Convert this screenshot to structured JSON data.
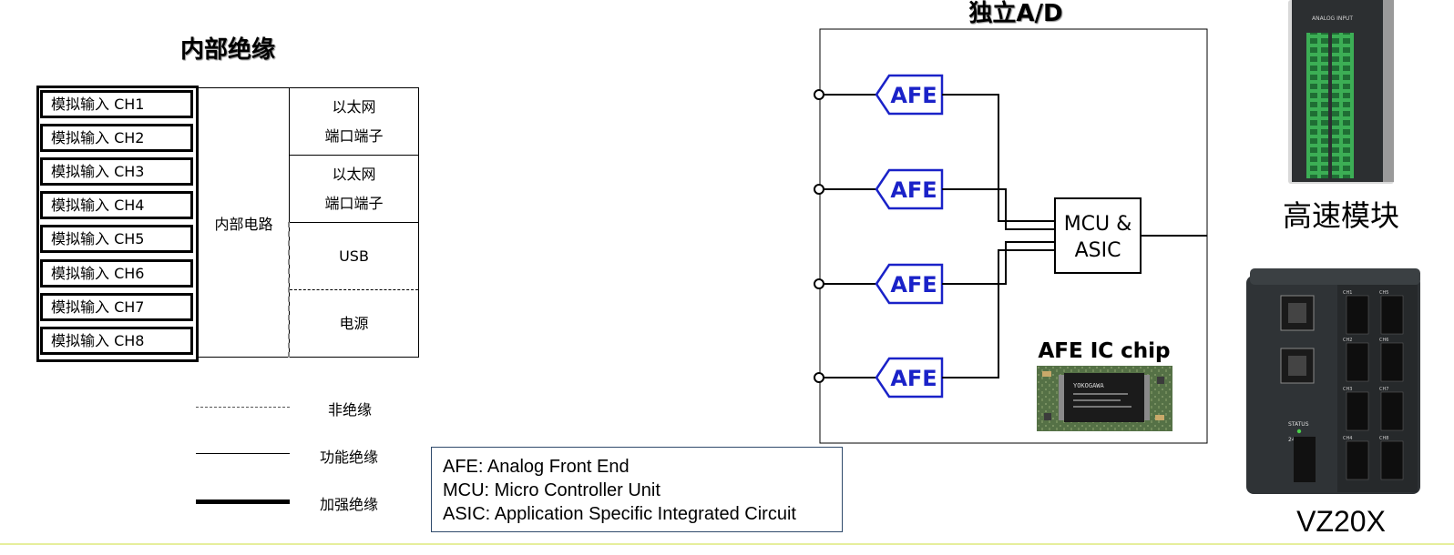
{
  "left_diagram": {
    "title": "内部绝缘",
    "channels": [
      "模拟输入 CH1",
      "模拟输入 CH2",
      "模拟输入 CH3",
      "模拟输入 CH4",
      "模拟输入 CH5",
      "模拟输入 CH6",
      "模拟输入 CH7",
      "模拟输入 CH8"
    ],
    "internal_circuit": "内部电路",
    "ports": [
      {
        "line1": "以太网",
        "line2": "端口端子"
      },
      {
        "line1": "以太网",
        "line2": "端口端子"
      },
      {
        "line1": "USB",
        "line2": ""
      },
      {
        "line1": "电源",
        "line2": ""
      }
    ]
  },
  "legend": {
    "non_isolated": "非绝缘",
    "functional": "功能绝缘",
    "reinforced": "加强绝缘"
  },
  "abbreviations": [
    "AFE: Analog Front End",
    "MCU: Micro Controller Unit",
    "ASIC: Application Specific Integrated Circuit"
  ],
  "ad_diagram": {
    "title": "独立A/D",
    "afe_label": "AFE",
    "mcu_line1": "MCU &",
    "mcu_line2": "ASIC",
    "chip_label": "AFE IC chip",
    "chip_brand": "YOKOGAWA"
  },
  "products": {
    "module_label": "高速模块",
    "module_panel_text": "ANALOG INPUT",
    "device_label": "VZ20X",
    "device_status": "STATUS",
    "device_power": "24VDC",
    "device_channels": [
      "CH1",
      "CH2",
      "CH3",
      "CH4",
      "CH5",
      "CH6",
      "CH7",
      "CH8"
    ]
  },
  "colors": {
    "afe_blue": "#1a22c8",
    "terminal_green": "#3cae55",
    "device_body": "#2f3336"
  }
}
